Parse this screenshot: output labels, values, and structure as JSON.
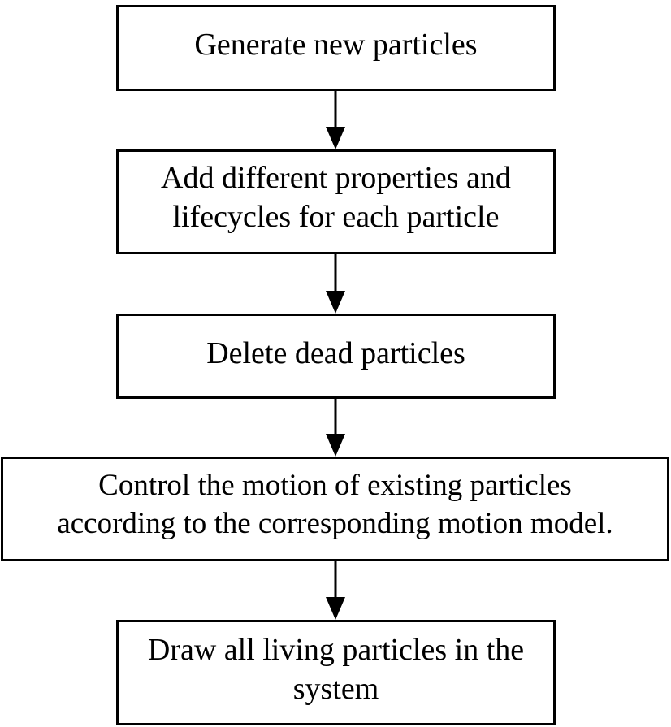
{
  "flowchart": {
    "steps": [
      {
        "text": "Generate new particles"
      },
      {
        "text": "Add different properties and\nlifecycles for each particle"
      },
      {
        "text": "Delete dead particles"
      },
      {
        "text": "Control the motion of existing particles\naccording to the corresponding motion model."
      },
      {
        "text": "Draw all living particles in the\nsystem"
      }
    ]
  },
  "colors": {
    "line": "#000000",
    "background": "#ffffff"
  }
}
